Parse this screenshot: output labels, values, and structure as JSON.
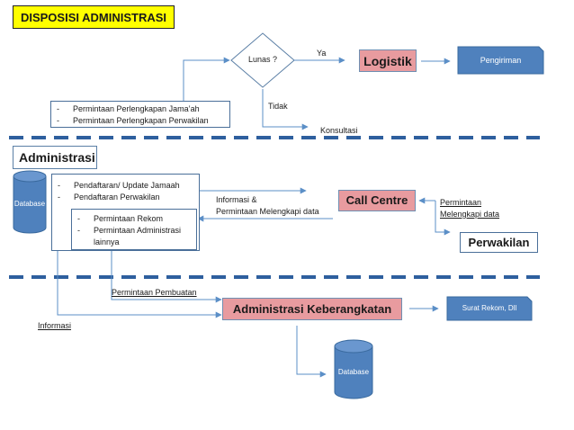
{
  "title": "DISPOSISI ADMINISTRASI",
  "decision": {
    "question": "Lunas ?",
    "yes": "Ya",
    "no": "Tidak",
    "no_target": "Konsultasi"
  },
  "logistik": {
    "label": "Logistik",
    "output": "Pengiriman"
  },
  "request_box": {
    "items": [
      "Permintaan Perlengkapan Jama’ah",
      "Permintaan Perlengkapan Perwakilan"
    ]
  },
  "administrasi": {
    "label": "Administrasi",
    "database": "Database",
    "list_top": [
      "Pendaftaran/ Update Jamaah",
      "Pendaftaran Perwakilan"
    ],
    "list_inner": [
      "Permintaan Rekom",
      "Permintaan  Administrasi lainnya"
    ]
  },
  "call_centre": {
    "label": "Call Centre",
    "info_line1": "Informasi &",
    "info_line2": "Permintaan Melengkapi data",
    "perwakilan_req_line1": "Permintaan",
    "perwakilan_req_line2": "Melengkapi data",
    "perwakilan": "Perwakilan"
  },
  "keberangkatan": {
    "label": "Administrasi Keberangkatan",
    "request_label": "Permintaan Pembuatan",
    "info_label": "Informasi",
    "output": "Surat Rekom, Dll",
    "database": "Database"
  },
  "colors": {
    "title_bg": "#ffff00",
    "pink": "#e89b9f",
    "blue": "#4f81bd",
    "divider": "#2e5f9e",
    "wire": "#5b8fc7"
  }
}
